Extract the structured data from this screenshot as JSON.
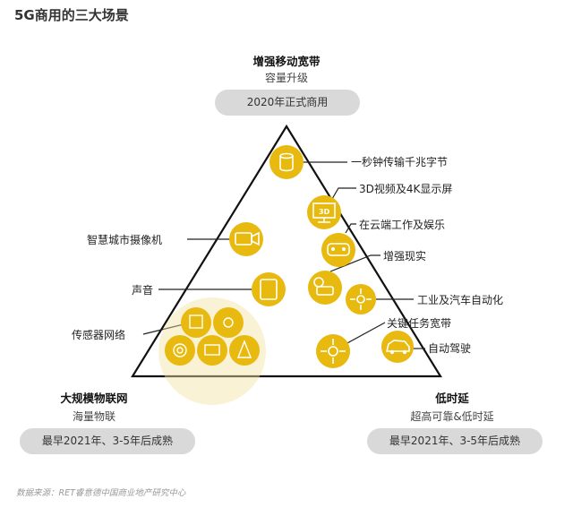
{
  "title": "5G商用的三大场景",
  "top": {
    "heading": "增强移动宽带",
    "subheading": "容量升级",
    "timeline": "2020年正式商用"
  },
  "left": {
    "heading": "大规模物联网",
    "subheading": "海量物联",
    "timeline": "最早2021年、3-5年后成熟"
  },
  "right": {
    "heading": "低时延",
    "subheading": "超高可靠&低时延",
    "timeline": "最早2021年、3-5年后成熟"
  },
  "labels": {
    "one_second_gb": "一秒钟传输千兆字节",
    "video_3d_4k": "3D视频及4K显示屏",
    "cloud_work_play": "在云端工作及娱乐",
    "ar": "增强现实",
    "industry_auto": "工业及汽车自动化",
    "critical_services": "关键任务宽带",
    "self_driving": "自动驾驶",
    "smart_city_camera": "智慧城市摄像机",
    "voice": "声音",
    "sensor_network": "传感器网络"
  },
  "icons": {
    "storage": "database-icon",
    "video3d": "3d-screen-icon",
    "cloud": "vr-headset-icon",
    "ar": "ar-glasses-icon",
    "industry": "move-arrows-icon",
    "critical": "move-arrows-icon",
    "car": "car-icon",
    "camera": "camera-icon",
    "voice": "tablet-icon",
    "sensors": "sensor-cluster-icon"
  },
  "source_note": "数据来源：RET睿意德中国商业地产研究中心",
  "colors": {
    "accent": "#e8b90f",
    "accent_light": "#f3e2a0",
    "line": "#111111",
    "pill": "#d9d9d9"
  }
}
